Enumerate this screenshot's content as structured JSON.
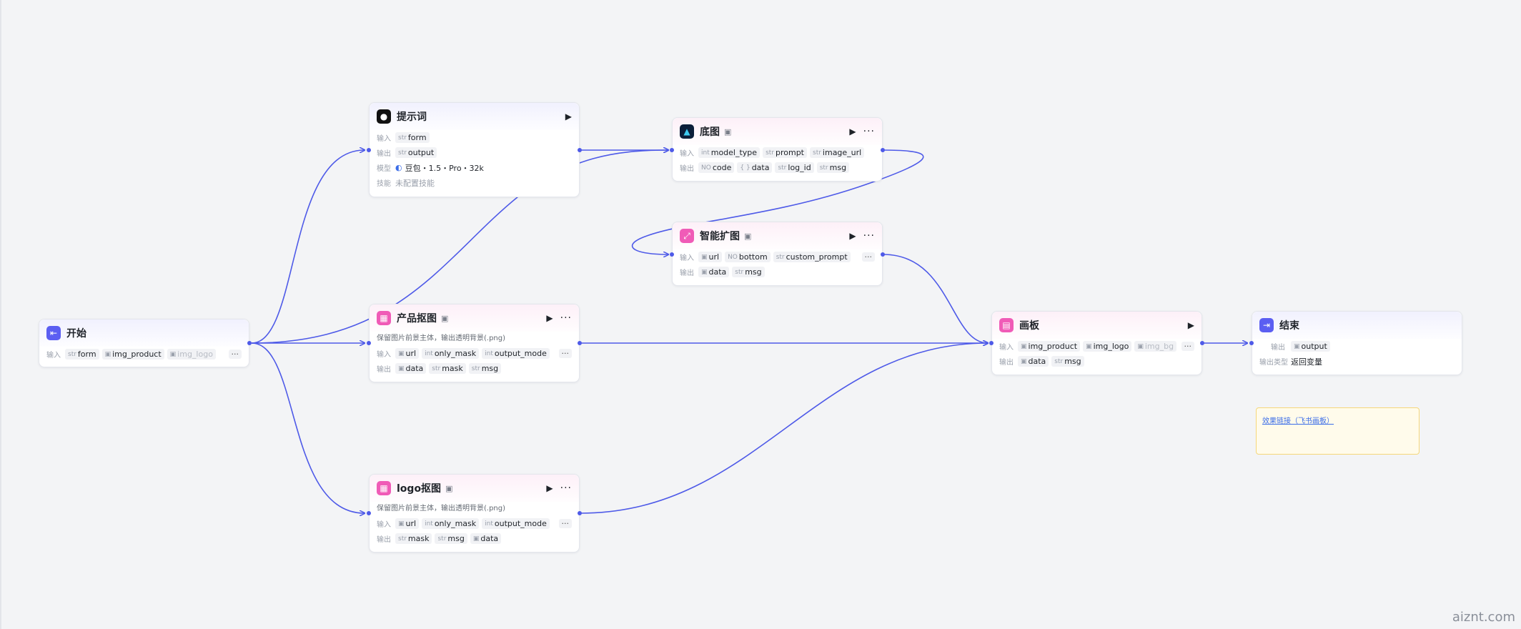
{
  "nodes": {
    "start": {
      "title": "开始",
      "input_label": "输入",
      "inputs": [
        {
          "type": "str",
          "name": "form"
        },
        {
          "type": "img",
          "name": "img_product"
        },
        {
          "type": "img",
          "name": "img_logo"
        }
      ],
      "more": "···"
    },
    "prompt": {
      "title": "提示词",
      "input_label": "输入",
      "output_label": "输出",
      "model_label": "模型",
      "skill_label": "技能",
      "input": {
        "type": "str",
        "name": "form"
      },
      "output": {
        "type": "str",
        "name": "output"
      },
      "model": "豆包・1.5・Pro・32k",
      "skill": "未配置技能"
    },
    "base": {
      "title": "底图",
      "input_label": "输入",
      "output_label": "输出",
      "inputs": [
        {
          "type": "int",
          "name": "model_type"
        },
        {
          "type": "str",
          "name": "prompt"
        },
        {
          "type": "str",
          "name": "image_url"
        }
      ],
      "outputs": [
        {
          "type": "NO",
          "name": "code"
        },
        {
          "type": "{ }",
          "name": "data"
        },
        {
          "type": "str",
          "name": "log_id"
        },
        {
          "type": "str",
          "name": "msg"
        }
      ]
    },
    "expand": {
      "title": "智能扩图",
      "input_label": "输入",
      "output_label": "输出",
      "inputs": [
        {
          "type": "img",
          "name": "url"
        },
        {
          "type": "NO",
          "name": "bottom"
        },
        {
          "type": "str",
          "name": "custom_prompt"
        }
      ],
      "outputs": [
        {
          "type": "img",
          "name": "data"
        },
        {
          "type": "str",
          "name": "msg"
        }
      ],
      "more": "···"
    },
    "product": {
      "title": "产品抠图",
      "desc": "保留图片前景主体，输出透明背景(.png)",
      "input_label": "输入",
      "output_label": "输出",
      "inputs": [
        {
          "type": "img",
          "name": "url"
        },
        {
          "type": "int",
          "name": "only_mask"
        },
        {
          "type": "int",
          "name": "output_mode"
        }
      ],
      "outputs": [
        {
          "type": "img",
          "name": "data"
        },
        {
          "type": "str",
          "name": "mask"
        },
        {
          "type": "str",
          "name": "msg"
        }
      ],
      "more": "···"
    },
    "logo": {
      "title": "logo抠图",
      "desc": "保留图片前景主体，输出透明背景(.png)",
      "input_label": "输入",
      "output_label": "输出",
      "inputs": [
        {
          "type": "img",
          "name": "url"
        },
        {
          "type": "int",
          "name": "only_mask"
        },
        {
          "type": "int",
          "name": "output_mode"
        }
      ],
      "outputs": [
        {
          "type": "str",
          "name": "mask"
        },
        {
          "type": "str",
          "name": "msg"
        },
        {
          "type": "img",
          "name": "data"
        }
      ],
      "more": "···"
    },
    "canvas": {
      "title": "画板",
      "input_label": "输入",
      "output_label": "输出",
      "inputs": [
        {
          "type": "img",
          "name": "img_product"
        },
        {
          "type": "img",
          "name": "img_logo"
        },
        {
          "type": "img",
          "name": "img_bg"
        }
      ],
      "outputs": [
        {
          "type": "img",
          "name": "data"
        },
        {
          "type": "str",
          "name": "msg"
        }
      ],
      "more": "···"
    },
    "end": {
      "title": "结束",
      "output_label": "输出",
      "output": {
        "type": "img",
        "name": "output"
      },
      "type_label": "输出类型",
      "type_value": "返回变量"
    }
  },
  "note": {
    "link_text": "效果链接（飞书画板）"
  },
  "watermark": "aiznt.com",
  "colors": {
    "edge": "#4e5ae8",
    "accent": "#5b5ef2",
    "pink": "#f05bb7"
  }
}
